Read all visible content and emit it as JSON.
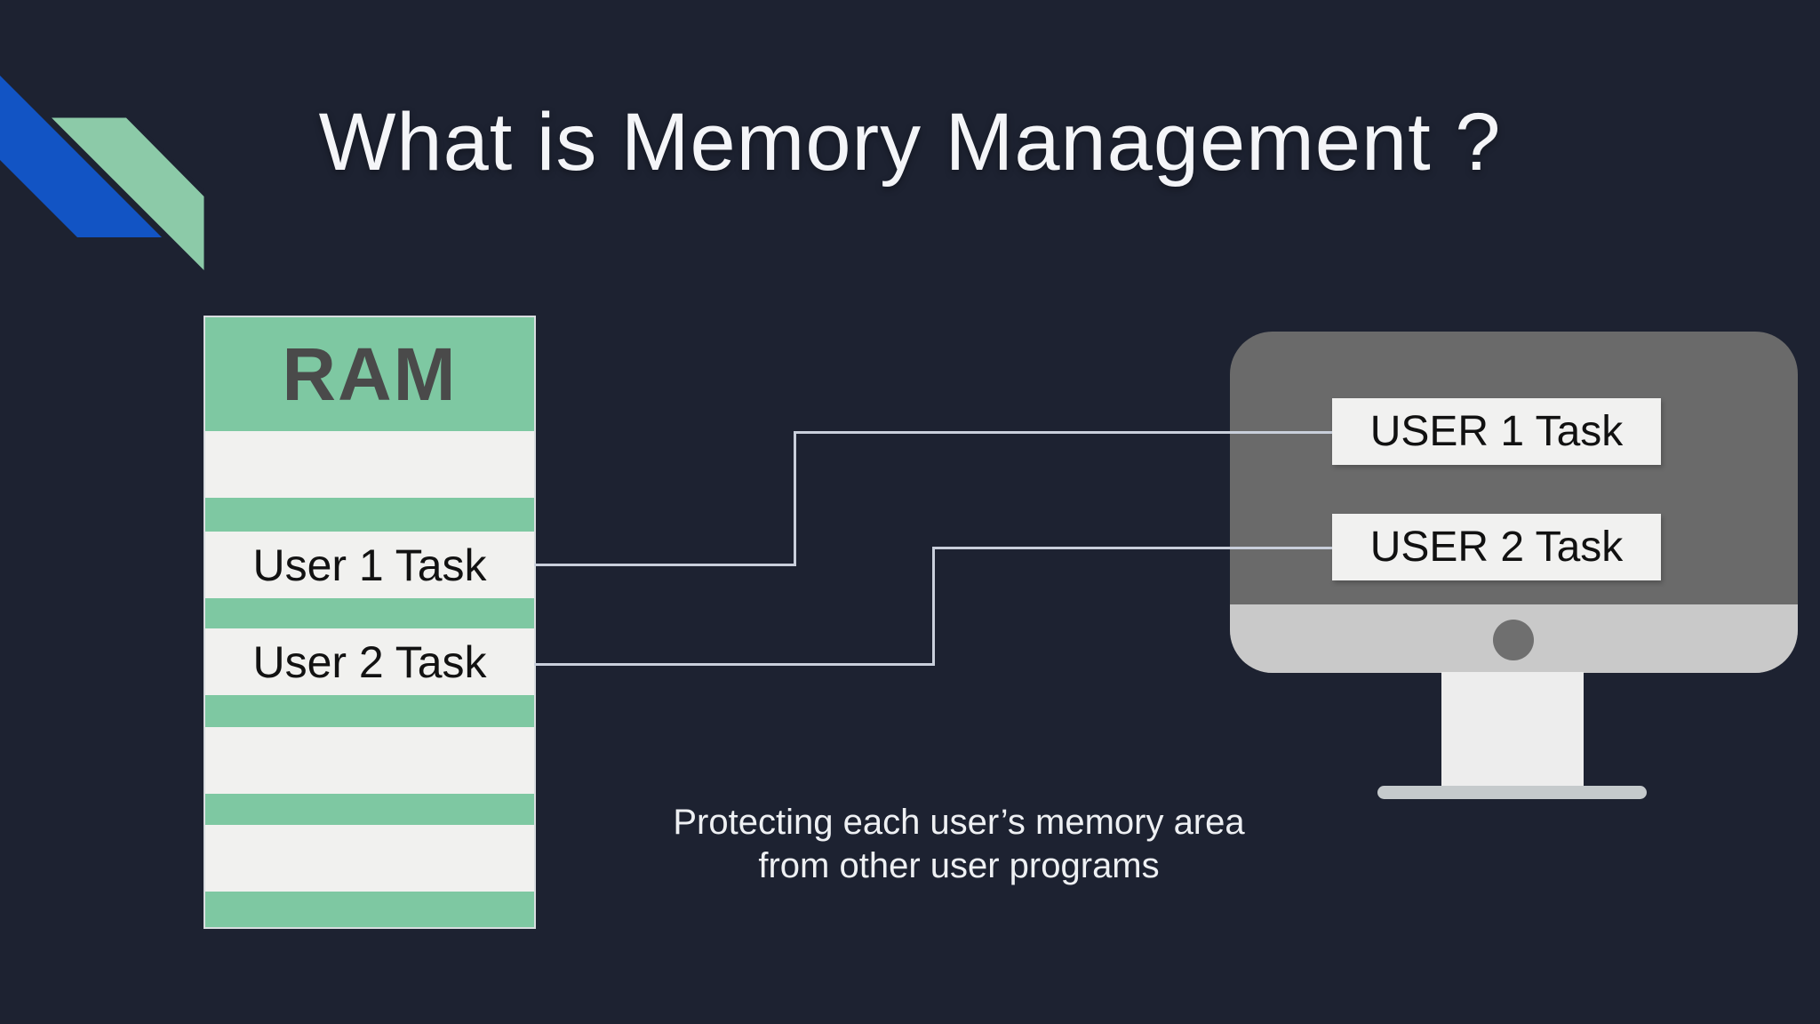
{
  "title": "What is Memory Management ?",
  "ram": {
    "rows": [
      {
        "kind": "header",
        "label": "RAM"
      },
      {
        "kind": "free",
        "label": ""
      },
      {
        "kind": "divider",
        "label": ""
      },
      {
        "kind": "task",
        "label": "User 1 Task"
      },
      {
        "kind": "divider",
        "label": ""
      },
      {
        "kind": "task",
        "label": "User 2 Task"
      },
      {
        "kind": "divider",
        "label": ""
      },
      {
        "kind": "free",
        "label": ""
      },
      {
        "kind": "divider",
        "label": ""
      },
      {
        "kind": "free",
        "label": ""
      },
      {
        "kind": "divider",
        "label": ""
      }
    ]
  },
  "monitor": {
    "labels": [
      "USER 1 Task",
      "USER 2 Task"
    ]
  },
  "caption": {
    "line1": "Protecting each user’s memory area",
    "line2": "from other user programs"
  },
  "colors": {
    "background": "#1d2231",
    "ram_green": "#7ec8a2",
    "row_light": "#f1f1ef",
    "corner_blue": "#1254c4",
    "corner_green": "#8ccaa8",
    "monitor_screen_gray": "#6a6a6a",
    "monitor_chin_gray": "#c9c9c9",
    "stand_light": "#ededed",
    "connector_line": "#c9cfdb",
    "title_text": "#f4f5f8",
    "ram_header_text": "#4a4a4a",
    "task_text": "#121212"
  }
}
